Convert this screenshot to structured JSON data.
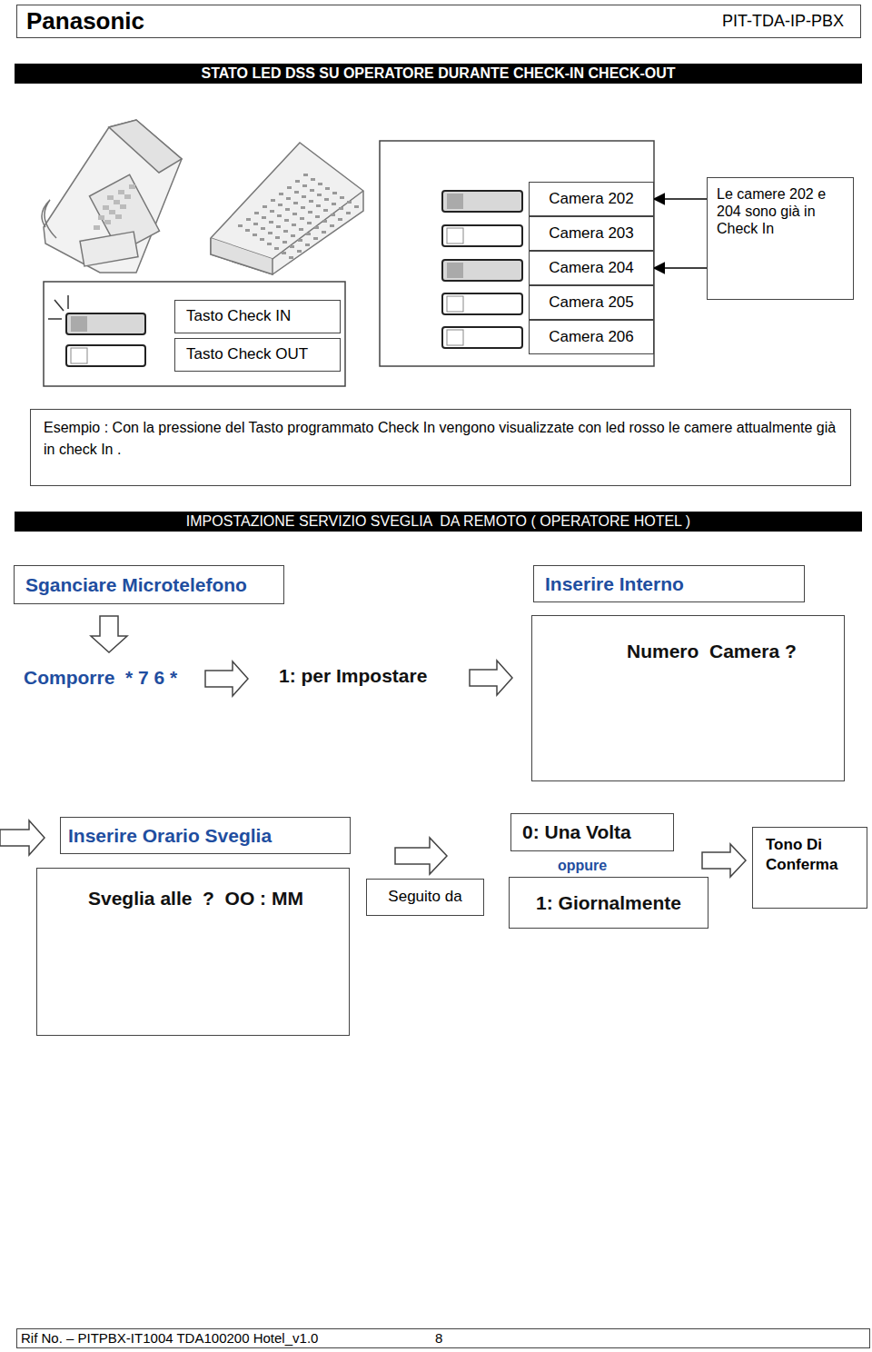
{
  "diagram": {
    "nodes": [
      {
        "text": [
          "Panasonic",
          "PIT-TDA-IP-PBX"
        ]
      },
      {
        "text": [
          "STATO LED DSS SU OPERATORE DURANTE CHECK-IN CHECK-OUT"
        ]
      },
      {
        "text": [
          "Camera 202"
        ]
      },
      {
        "text": [
          "Camera 203"
        ]
      },
      {
        "text": [
          "Camera 204"
        ]
      },
      {
        "text": [
          "Le camere 202 e 204 sono già in Check In"
        ]
      },
      {
        "text": [
          "Camera 205"
        ]
      },
      {
        "text": [
          "Camera 206"
        ]
      },
      {
        "text": [
          "Tasto Check IN"
        ]
      },
      {
        "text": [
          "Tasto Check OUT"
        ]
      },
      {
        "text": [
          "Esempio : Con la pressione del Tasto programmato Check In vengono visualizzate con led rosso le camere attualmente già in check In ."
        ]
      },
      {
        "text": [
          "IMPOSTAZIONE SERVIZIO SVEGLIA  DA REMOTO ( OPERATORE HOTEL )"
        ]
      },
      {
        "text": [
          "Sganciare Microtelefono"
        ]
      },
      {
        "text": [
          "Inserire Interno"
        ]
      },
      {
        "text": [
          "Numero  Camera ?"
        ]
      },
      {
        "text": [
          "Inserire Orario Sveglia"
        ]
      },
      {
        "text": [
          "0: Una Volta"
        ]
      },
      {
        "text": [
          "Sveglia alle  ?  OO : MM"
        ]
      },
      {
        "text": [
          "Seguito da"
        ]
      },
      {
        "text": [
          "1: Giornalmente"
        ]
      },
      {
        "text": [
          "Tono Di Conferma"
        ]
      },
      {
        "text": [
          "Rif No. – PITPBX-IT1004 TDA100200 Hotel_v1.0",
          "8"
        ]
      }
    ],
    "edges": [
      {
        "from": 5,
        "to": 2,
        "arrow": "to"
      },
      {
        "from": 5,
        "to": 4,
        "arrow": "to"
      }
    ],
    "labels": [
      "Comporre  * 7 6 *",
      "1: per Impostare",
      "oppure"
    ]
  }
}
